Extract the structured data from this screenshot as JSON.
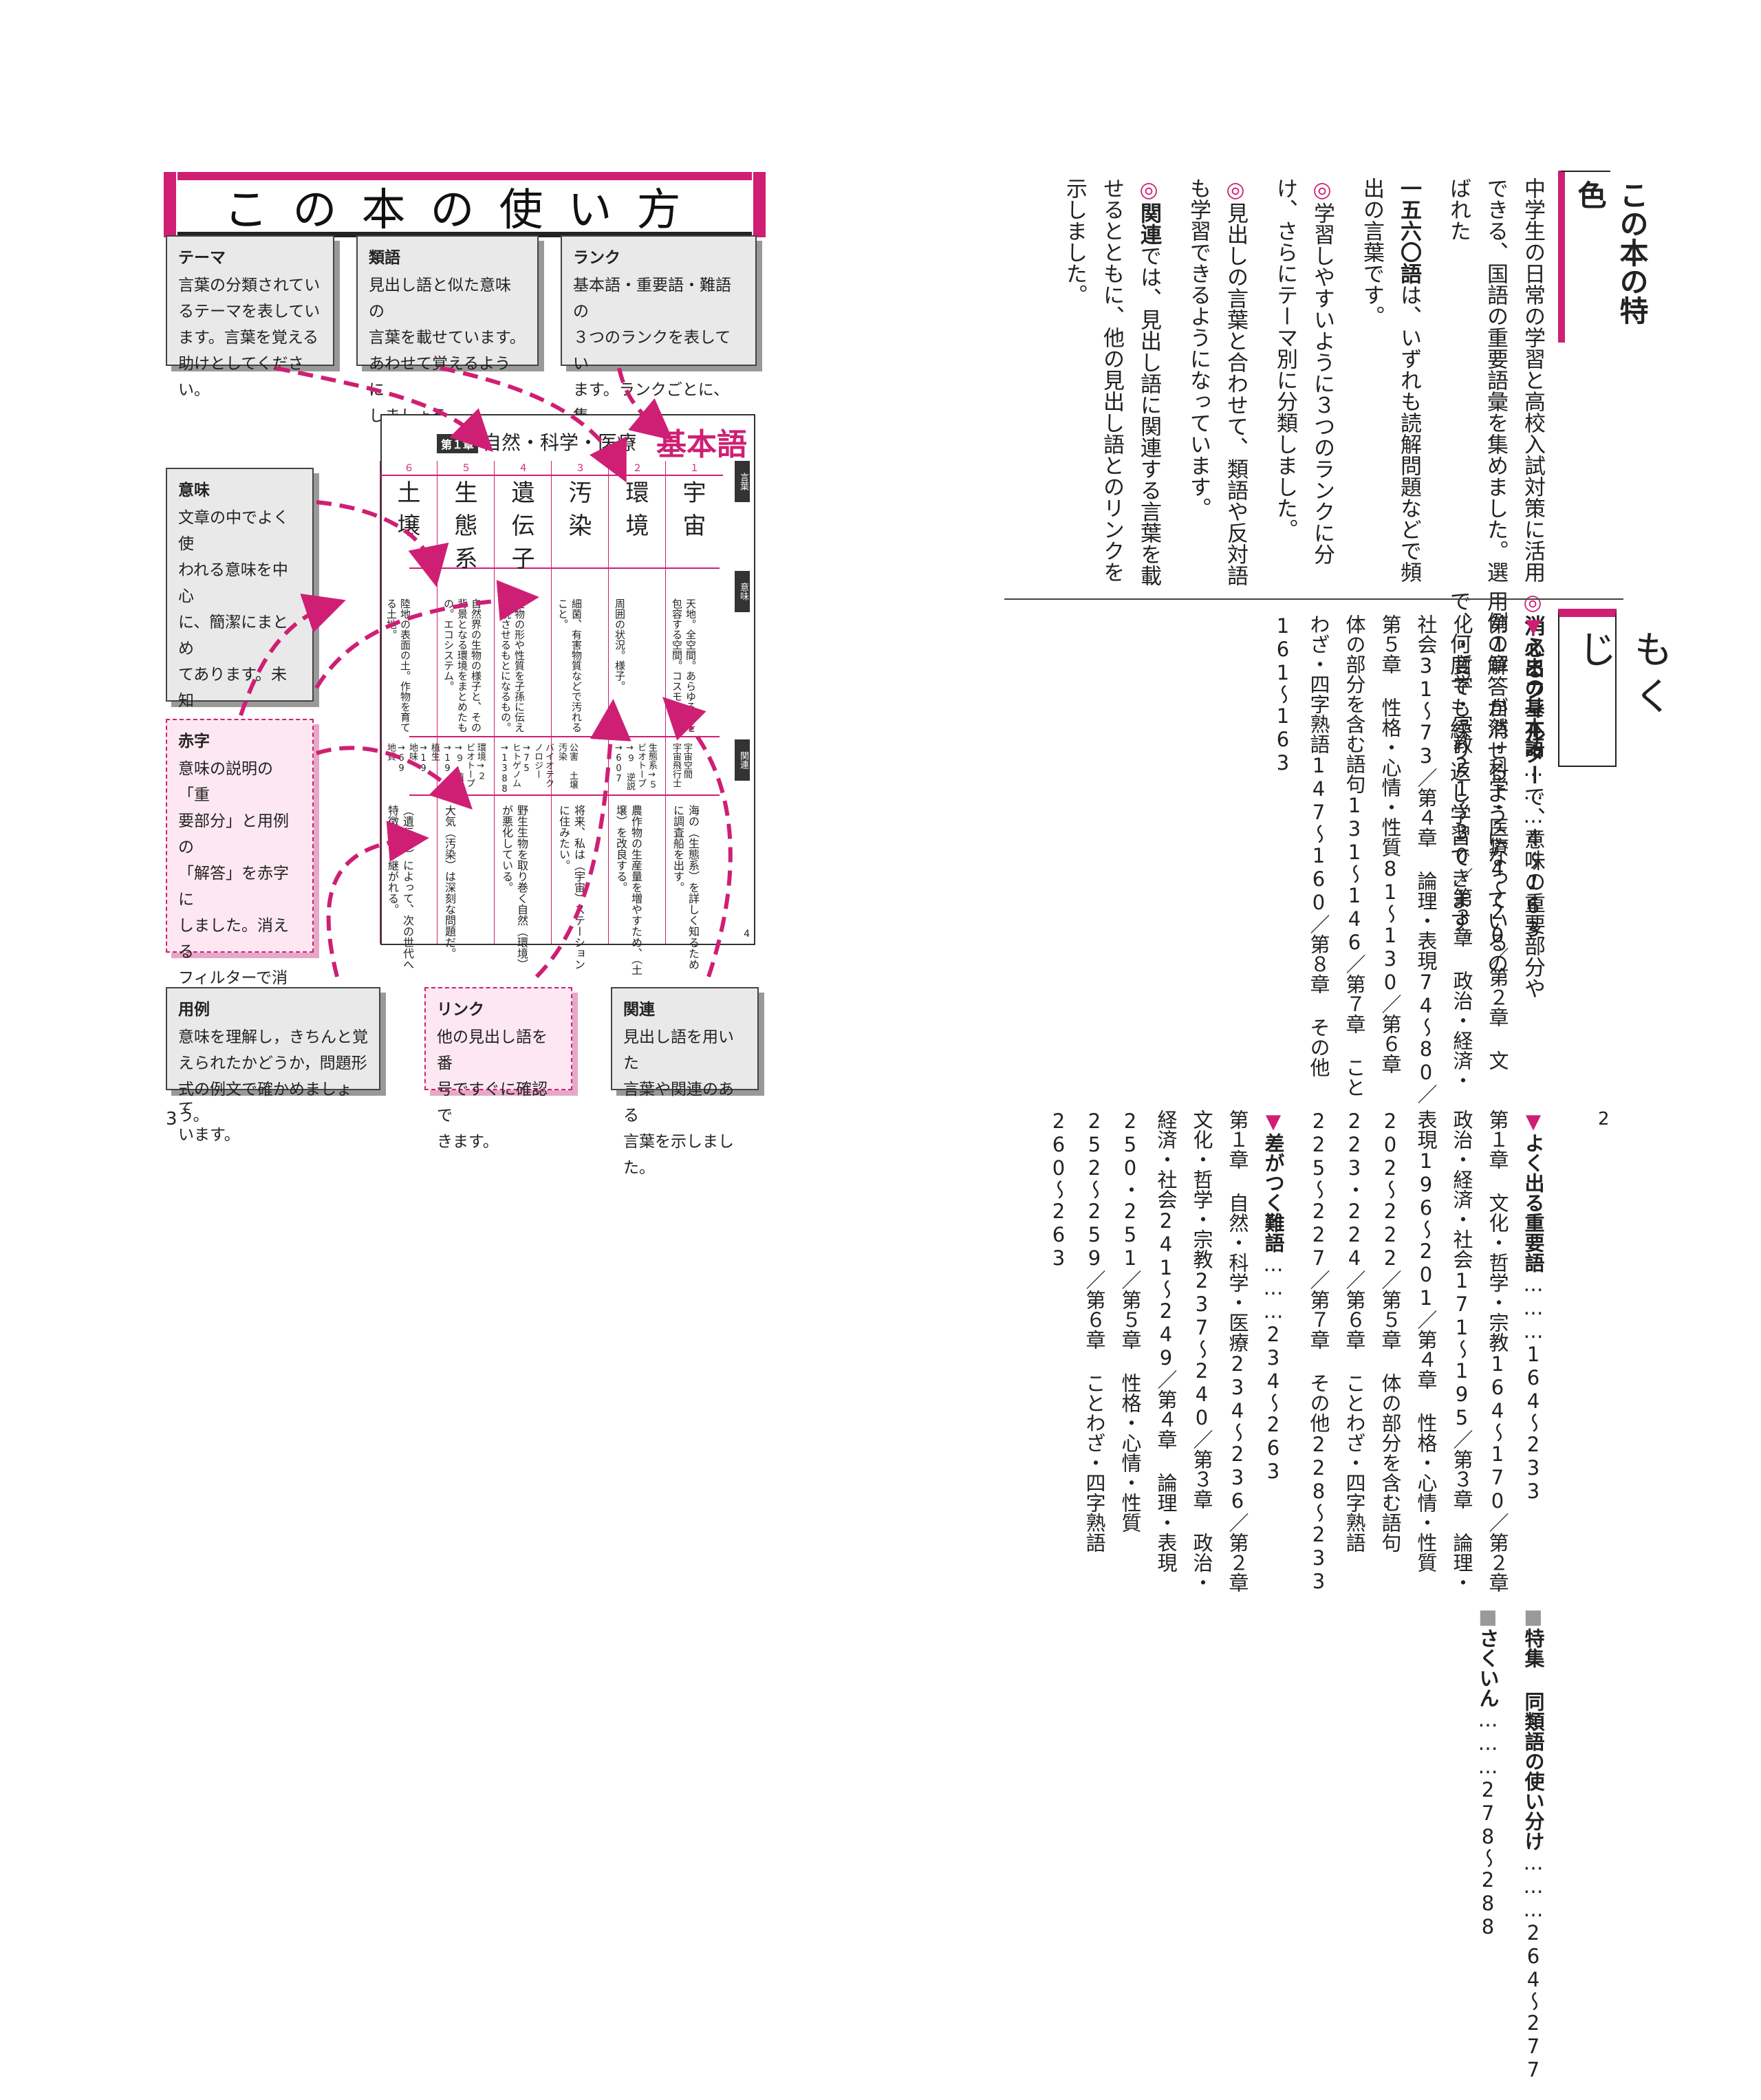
{
  "left_page": {
    "title": "この本の使い方",
    "page_number": "3",
    "callouts": {
      "theme": {
        "title": "テーマ",
        "text": "言葉の分類されてい\nるテーマを表してい\nます。言葉を覚える\n助けとしてください。"
      },
      "synonym": {
        "title": "類語",
        "text": "見出し語と似た意味の\n言葉を載せています。\nあわせて覚えるように\nしましょう。"
      },
      "rank": {
        "title": "ランク",
        "text": "基本語・重要語・難語の\n３つのランクを表してい\nます。ランクごとに、集\n中的に学習できます。"
      },
      "meaning": {
        "title": "意味",
        "text": "文章の中でよく使\nわれる意味を中心\nに、簡潔にまとめ\nてあります。未知\nの言葉については、\nしっかり理解して\n覚えるようにしま\nしょう。"
      },
      "red": {
        "title": "赤字",
        "text": "意味の説明の「重\n要部分」と用例の\n「解答」を赤字に\nしました。消える\nフィルターで消し\nて、繰り返し確認\nできるようにして\nいます。"
      },
      "example": {
        "title": "用例",
        "text": "意味を理解し，きちんと覚\nえられたかどうか，問題形\n式の例文で確かめましょう。"
      },
      "link": {
        "title": "リンク",
        "text": "他の見出し語を番\n号ですぐに確認で\nきます。"
      },
      "related": {
        "title": "関連",
        "text": "見出し語を用いた\n言葉や関連のある\n言葉を示しました。"
      }
    },
    "sample": {
      "chapter_badge": "第１章",
      "chapter": "自然・科学・医療",
      "rank": "基本語",
      "tabs": [
        "言葉",
        "意味",
        "関連"
      ],
      "corner_page": "4",
      "entries": [
        {
          "num": "１",
          "word": "宇宙",
          "meaning": "天地。全空間。あらゆる物を包容する空間。コスモス。",
          "related": "宇宙空間 宇宙飛行士",
          "example": "海の（生態系）を詳しく知るために調査船を出す。"
        },
        {
          "num": "２",
          "word": "環境",
          "meaning": "周囲の状況。様子。",
          "related": "生態系→５ ビオトープ→９ 逆説→607",
          "example": "農作物の生産量を増やすため、（土壌）を改良する。"
        },
        {
          "num": "３",
          "word": "汚染",
          "meaning": "細菌、有害物質などで汚れること。",
          "related": "公害 土壌汚染",
          "example": "将来、私は（宇宙）ステーションに住みたい。"
        },
        {
          "num": "４",
          "word": "遺伝子",
          "meaning": "生物の形や性質を子孫に伝え発現させるもとになるもの。",
          "related": "バイオテクノロジー→75 ヒトゲノム→1388",
          "example": "野生生物を取り巻く自然（環境）が悪化している。"
        },
        {
          "num": "５",
          "word": "生態系",
          "meaning": "自然界の生物の様子と、その背景となる環境をまとめたもの。エコシステム。",
          "related": "環境→２ ビオトープ→９ 植生→19",
          "example": "大気（汚染）は深刻な問題だ。"
        },
        {
          "num": "６",
          "word": "土壌",
          "meaning": "陸地の表面の土。作物を育てる土地。",
          "related": "植生→19 地味→69 地質",
          "example": "（遺伝子）によって、次の世代へ特徴が受け継がれる。"
        }
      ]
    }
  },
  "right_page": {
    "page_number": "2",
    "features_title": "この本の特色",
    "features": [
      {
        "bullet": "",
        "lead": "",
        "text": "中学生の日常の学習と高校入試対策に活用できる、国語の重要語彙を集めました。選ばれた"
      },
      {
        "bullet": "",
        "lead": "一五六〇語",
        "text": "は、いずれも読解問題などで頻出の言葉です。"
      },
      {
        "bullet": "◎",
        "lead": "",
        "text": "学習しやすいように３つのランクに分け、さらにテーマ別に分類しました。"
      },
      {
        "bullet": "◎",
        "lead": "",
        "text": "見出しの言葉と合わせて、類語や反対語も学習できるようになっています。"
      },
      {
        "bullet": "◎",
        "lead": "関連",
        "text": "では、見出し語に関連する言葉を載せるとともに、他の見出し語とのリンクを示しました。"
      },
      {
        "bullet": "◎",
        "lead": "消えるフィルター",
        "text": "で、意味の重要部分や用例の解答が消せるようになっているので、何度でも繰り返し学習できます。"
      }
    ],
    "toc_title": "もくじ",
    "toc": [
      {
        "marker": "▼",
        "head": "必出の基本語",
        "pages": "4〜163",
        "detail": "第１章 自然・科学・医療4〜20／第２章 文化・哲学・宗教21〜30／第３章 政治・経済・社会31〜73／第４章 論理・表現74〜80／第５章 性格・心情・性質81〜130／第６章 体の部分を含む語句131〜146／第７章 ことわざ・四字熟語147〜160／第８章 その他161〜163"
      },
      {
        "marker": "▼",
        "head": "よく出る重要語",
        "pages": "164〜233",
        "detail": "第１章 文化・哲学・宗教164〜170／第２章 政治・経済・社会171〜195／第３章 論理・表現196〜201／第４章 性格・心情・性質202〜222／第５章 体の部分を含む語句223・224／第６章 ことわざ・四字熟語225〜227／第７章 その他228〜233"
      },
      {
        "marker": "▼",
        "head": "差がつく難語",
        "pages": "234〜263",
        "detail": "第１章 自然・科学・医療234〜236／第２章 文化・哲学・宗教237〜240／第３章 政治・経済・社会241〜249／第４章 論理・表現250・251／第５章 性格・心情・性質252〜259／第６章 ことわざ・四字熟語260〜263"
      },
      {
        "marker": "■",
        "head": "特集 同類語の使い分け",
        "pages": "264〜277",
        "detail": ""
      },
      {
        "marker": "■",
        "head": "さくいん",
        "pages": "278〜288",
        "detail": ""
      }
    ]
  },
  "colors": {
    "accent": "#cf1f74",
    "box_gray": "#e9e9e9",
    "box_pink": "#fde8f1"
  }
}
